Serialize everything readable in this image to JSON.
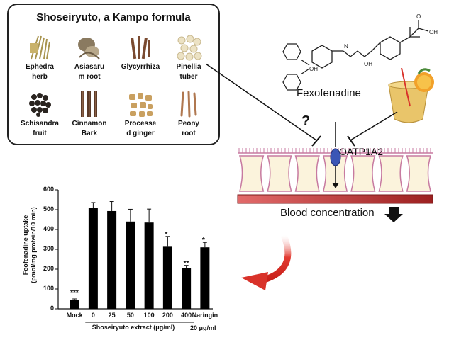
{
  "herb_panel": {
    "title": "Shoseiryuto, a Kampo formula",
    "herbs": [
      {
        "label_1": "Ephedra",
        "label_2": "herb",
        "icon": "ephedra-herb-icon"
      },
      {
        "label_1": "Asiasaru",
        "label_2": "m root",
        "icon": "asiasarum-root-icon"
      },
      {
        "label_1": "Glycyrrhiza",
        "label_2": "",
        "icon": "glycyrrhiza-icon"
      },
      {
        "label_1": "Pinellia",
        "label_2": "tuber",
        "icon": "pinellia-tuber-icon"
      },
      {
        "label_1": "Schisandra",
        "label_2": "fruit",
        "icon": "schisandra-fruit-icon"
      },
      {
        "label_1": "Cinnamon",
        "label_2": "Bark",
        "icon": "cinnamon-bark-icon"
      },
      {
        "label_1": "Processe",
        "label_2": "d ginger",
        "icon": "processed-ginger-icon"
      },
      {
        "label_1": "Peony",
        "label_2": "root",
        "icon": "peony-root-icon"
      }
    ]
  },
  "molecule": {
    "name": "Fexofenadine",
    "group_oh": "OH",
    "group_n": "N",
    "acid_o": "O",
    "acid_oh": "OH"
  },
  "diagram": {
    "question": "?",
    "transporter": "OATP1A2",
    "blood": "Blood concentration",
    "colors": {
      "transporter": "#3a56b5",
      "blood_bar": "#d95a5a",
      "cell_border": "#c77aa0",
      "arrow": "#d9322a"
    }
  },
  "chart_data": {
    "type": "bar",
    "categories": [
      "Mock",
      "0",
      "25",
      "50",
      "100",
      "200",
      "400",
      "Naringin"
    ],
    "values": [
      45,
      508,
      493,
      440,
      435,
      313,
      207,
      310
    ],
    "errors": [
      5,
      28,
      48,
      62,
      68,
      52,
      12,
      25
    ],
    "significance": [
      "***",
      "",
      "",
      "",
      "",
      "*",
      "**",
      "*"
    ],
    "ylabel_1": "Feofenadine uptake",
    "ylabel_2": "(pmol/mg protein/10 min)",
    "xlabel": "Shoseiryuto extract (μg/ml)",
    "naringin_conc": "20 μg/ml",
    "ylim": [
      0,
      600
    ],
    "yticks": [
      "600",
      "500",
      "400",
      "300",
      "200",
      "100",
      "0"
    ],
    "bar_color": "#000000"
  }
}
